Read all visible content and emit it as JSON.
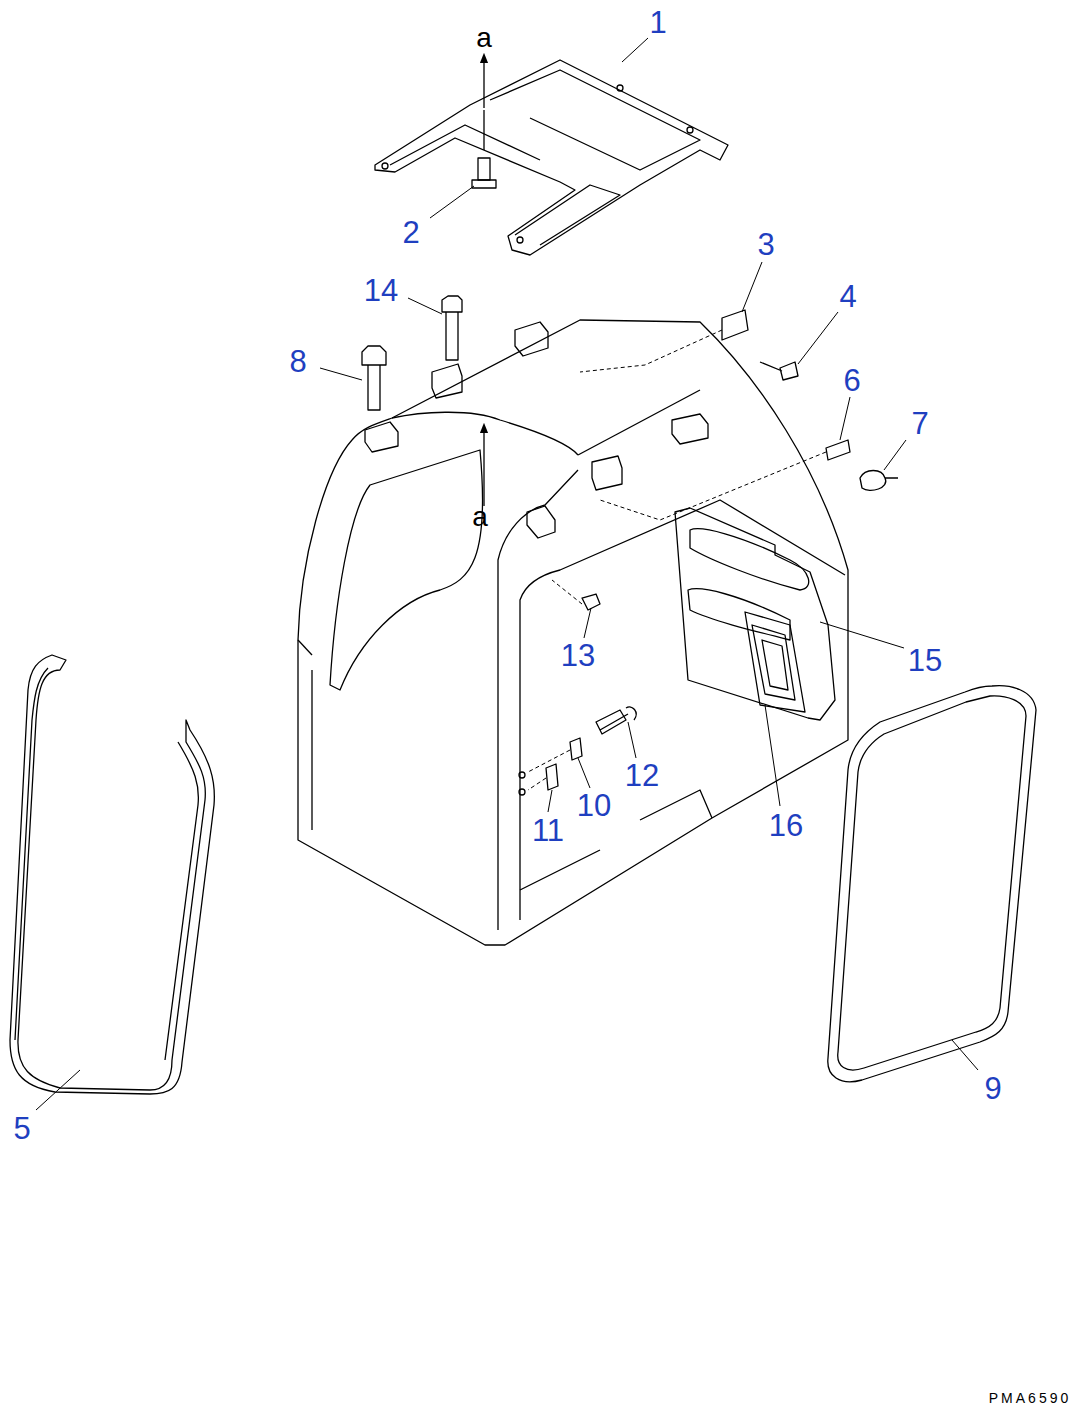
{
  "diagram": {
    "labels": [
      "1",
      "a",
      "2",
      "3",
      "14",
      "4",
      "8",
      "6",
      "7",
      "a",
      "13",
      "15",
      "12",
      "10",
      "11",
      "16",
      "9",
      "5",
      "PMA6590"
    ]
  }
}
